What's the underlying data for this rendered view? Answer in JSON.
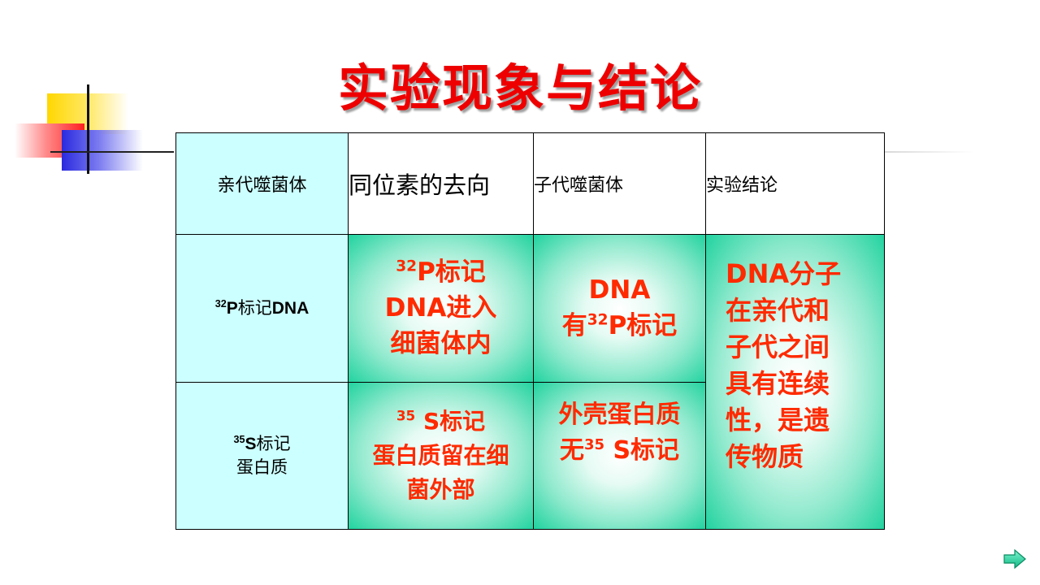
{
  "title": "实验现象与结论",
  "table": {
    "headers": [
      "亲代噬菌体",
      "同位素的去向",
      "子代噬菌体",
      "实验结论"
    ],
    "row1": {
      "label_sup": "32",
      "label_main": "P",
      "label_rest": "标记",
      "label_tail": "DNA",
      "fate": {
        "sup": "32",
        "line1_rest": "P标记",
        "line2": "DNA进入",
        "line3": "细菌体内"
      },
      "offspring": {
        "line1": "DNA",
        "line2_pre": "有",
        "line2_sup": "32",
        "line2_post": "P标记"
      }
    },
    "row2": {
      "label_sup": "35",
      "label_main": "S",
      "label_rest": "标记",
      "label_line2": "蛋白质",
      "fate": {
        "sup": "35",
        "line1_rest": " S标记",
        "line2": "蛋白质留在细",
        "line3": "菌外部"
      },
      "offspring": {
        "line1": "外壳蛋白质",
        "line2_pre": "无",
        "line2_sup": "35",
        "line2_post": " S标记"
      }
    },
    "conclusion": [
      "DNA分子",
      "在亲代和",
      "子代之间",
      "具有连续",
      "性，是遗",
      "传物质"
    ]
  },
  "colors": {
    "title": "#ee0000",
    "red_text": "#ff2a00",
    "cyan_cell": "#ccffff",
    "green_cell": "#22d3a0"
  },
  "icons": {
    "next": "arrow-right-icon"
  }
}
